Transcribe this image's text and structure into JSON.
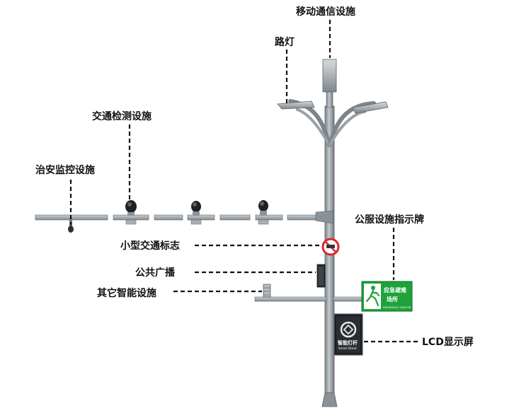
{
  "labels": {
    "mobile_comm": "移动通信设施",
    "street_light": "路灯",
    "traffic_detect": "交通检测设施",
    "security_monitor": "治安监控设施",
    "public_service_sign": "公服设施指示牌",
    "small_traffic_sign": "小型交通标志",
    "public_broadcast": "公共广播",
    "other_smart": "其它智能设施",
    "lcd_screen": "LCD显示屏"
  },
  "emergency_sign": {
    "line1": "应急避难",
    "line2": "场所",
    "line3": "EMERGENCY SHELTER",
    "color": "#1fa23a"
  },
  "lcd": {
    "brand": "智能灯杆",
    "sub": "Smart Street"
  },
  "colors": {
    "pole": "#9aa2a8",
    "pole_dark": "#6f777d",
    "leader": "#111111",
    "prohibit": "#d9262b"
  }
}
